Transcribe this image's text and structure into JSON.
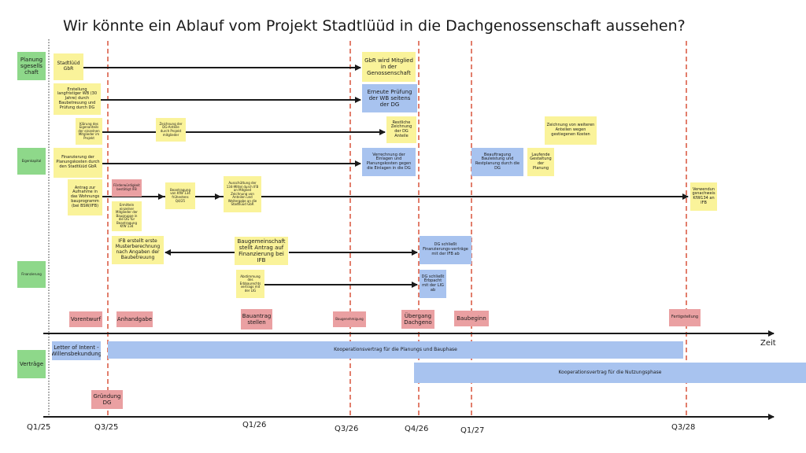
{
  "title": "Wir könnte ein Ablauf vom Projekt Stadtlüüd in die Dachgenossenschaft aussehen?",
  "lanes": {
    "planung": "Planung sgesells chaft",
    "eigenkapital": "Eigenkapital",
    "finanzierung": "Finanzierung",
    "vertraege": "Verträge"
  },
  "notes": {
    "gbr": "Stadtlüüd GbR",
    "gbr_mitglied": "GbR wird Mitglied in der Genossenschaft",
    "erstellung_wb": "Erstellung langfristiger WB (30 Jahre) durch Baubetreuung und Prüfung durch DG",
    "erneute_pruefung": "Erneute Prüfung der WB seitens der DG",
    "klaerung": "Klärung des Eigenanteils der einzelnen Mitglieder im Projekt",
    "zeichnung_dg": "Zeichnung der DG-Anteile durch Projekt mitglieder",
    "restliche_zeichnung": "Restliche Zeichnung der DG Anteile",
    "zeichnung_weitere": "Zeichnung von weiteren Anteilen wegen gestiegenen Kosten",
    "finanzierung_planung": "Finanzierung der Planungskosten durch den Stadtlüüd GbR",
    "verrechnung": "Verrechnung der Einlagen und Planungskosten gegen die Einlagen in die DG",
    "beauftragung": "Beauftragung Bauleistung und Restplanung durch die DG",
    "laufende": "Laufende Gestaltung der Planung",
    "antrag": "Antrag zur Aufnahme in das Wohnungs bauprogramm (bei BSW/IFB)",
    "foerderwuerdigkeit": "Förderwürdigkeit bestätigt IFB",
    "ermitteln": "Ermitteln einzelner Mitglieder der Baugruppe in die DG für Beantragung KfW 134",
    "beantragung_kfw": "Beantragung von KfW 134 frühestens Q4/25",
    "ausschuettung": "Ausschüttung der 134-Mittel durch IFB an Mitglied Zeichnung von Anteilen und Weitergabe an die Stadtlüüd GbR",
    "verwendung": "Verwendun gsnachweis KfW134 an IFB",
    "ifb_musterberechnung": "IFB erstellt erste Musterberechnung nach Angaben der Baubetreuung",
    "baugemeinschaft_antrag": "Baugemeinschaft stellt Antrag auf Finanzierung bei IFB",
    "dg_finanzierung": "DG schließt Finanzierungs-verträge mit der IFB ab",
    "abstimmung": "Abstimmung des Erbbaurechts vertrags mit der LIG",
    "dg_erbpacht": "DG schließt Erbpacht mit der LIG ab",
    "letter": "Letter of Intent - Willensbekundung",
    "koop_planung": "Kooperationsvertrag für die Planungs und Bauphase",
    "koop_nutzung": "Kooperationsvertrag für die Nutzungsphase",
    "gruendung": "Gründung DG"
  },
  "milestones": {
    "vorentwurf": "Vorentwurf",
    "anhandgabe": "Anhandgabe",
    "bauantrag": "Bauantrag stellen",
    "baugenehmigung": "Baugenehmigung",
    "uebergang": "Übergang Dachgeno",
    "baubeginn": "Baubeginn",
    "fertigstellung": "Fertigstellung"
  },
  "axis": {
    "zeit": "Zeit",
    "ticks": [
      "Q1/25",
      "Q3/25",
      "Q1/26",
      "Q3/26",
      "Q4/26",
      "Q1/27",
      "Q3/28"
    ]
  },
  "colors": {
    "sticky_yellow": "#faf39a",
    "sticky_blue": "#a8c3ef",
    "sticky_red": "#eaa0a2",
    "sticky_green": "#8ed88a",
    "milestone_line": "#d9533b"
  }
}
